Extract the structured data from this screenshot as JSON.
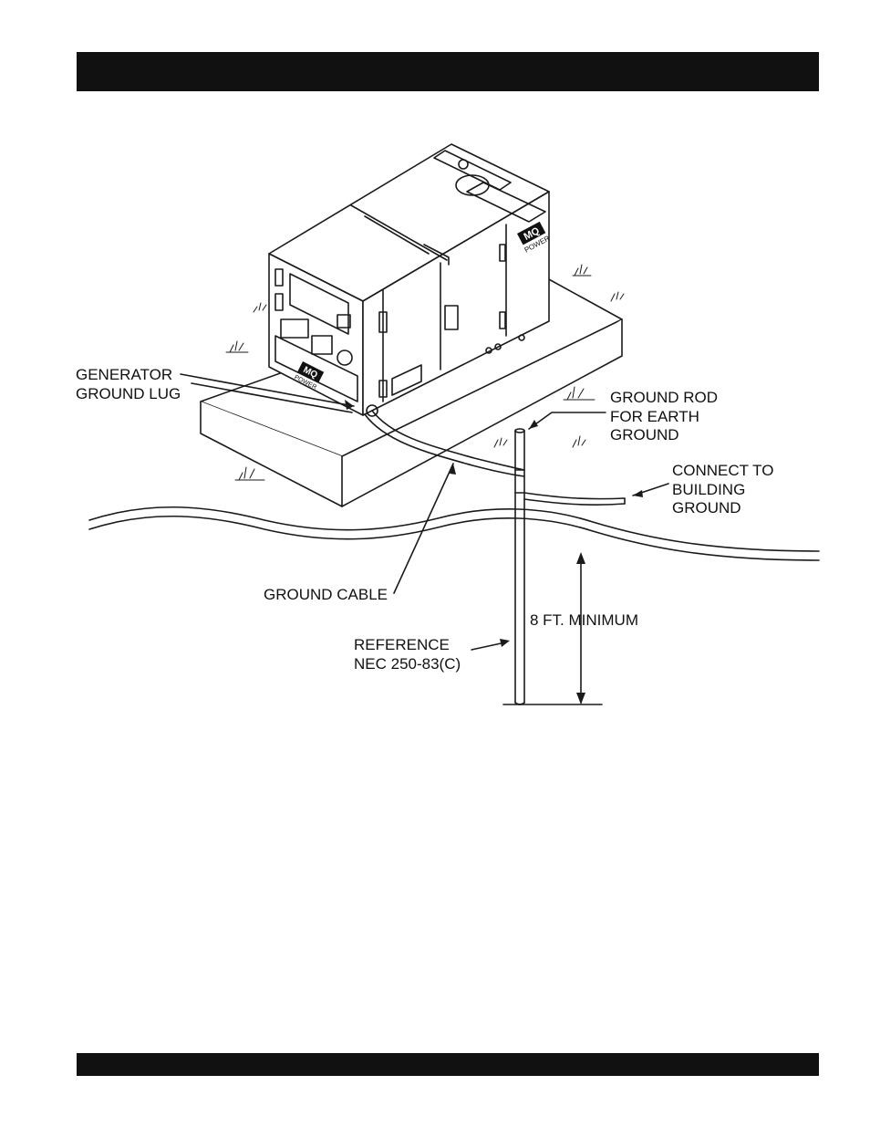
{
  "header_bar": {
    "text": ""
  },
  "footer_bar": {
    "text": ""
  },
  "brand": {
    "logo_text": "MQ",
    "sub_text": "POWER"
  },
  "labels": {
    "generator_ground_lug": "GENERATOR\nGROUND LUG",
    "ground_rod": "GROUND ROD\nFOR EARTH\nGROUND",
    "connect_building": "CONNECT TO\nBUILDING\nGROUND",
    "ground_cable": "GROUND CABLE",
    "reference": "REFERENCE\nNEC 250-83(C)",
    "depth": "8 FT. MINIMUM"
  },
  "colors": {
    "bar": "#111111",
    "line": "#1a1a1a"
  }
}
